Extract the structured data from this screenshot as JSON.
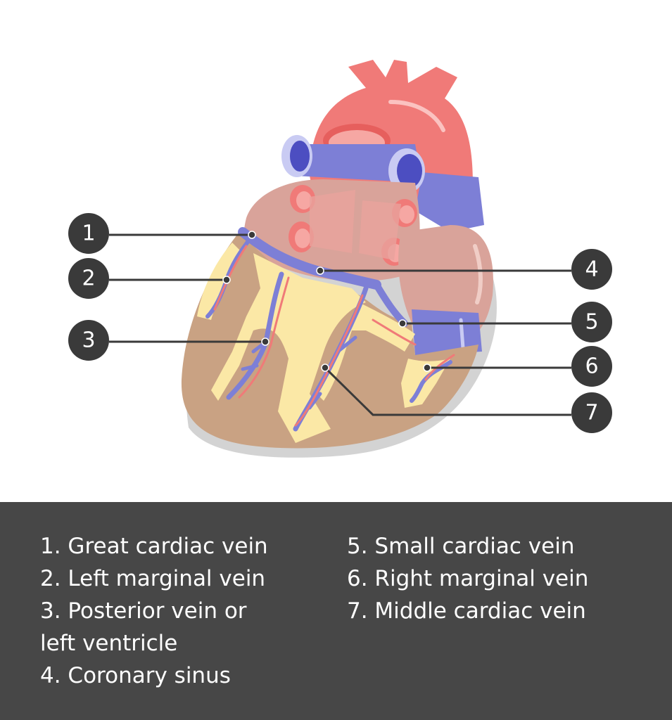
{
  "markers": [
    {
      "id": "1",
      "label": "1"
    },
    {
      "id": "2",
      "label": "2"
    },
    {
      "id": "3",
      "label": "3"
    },
    {
      "id": "4",
      "label": "4"
    },
    {
      "id": "5",
      "label": "5"
    },
    {
      "id": "6",
      "label": "6"
    },
    {
      "id": "7",
      "label": "7"
    }
  ],
  "legend": {
    "left": [
      "1. Great cardiac vein",
      "2. Left marginal vein",
      "3. Posterior vein or left ventricle",
      "4. Coronary sinus"
    ],
    "right": [
      "5. Small cardiac vein",
      "6. Right marginal vein",
      "7. Middle cardiac vein"
    ]
  },
  "colors": {
    "artery": "#f07a78",
    "vein": "#7d7fd6",
    "atrium": "#d9a39a",
    "ventricle": "#c9a283",
    "fat": "#fbe8a6",
    "marker": "#3a3a3a",
    "legend_bg": "#474747"
  }
}
